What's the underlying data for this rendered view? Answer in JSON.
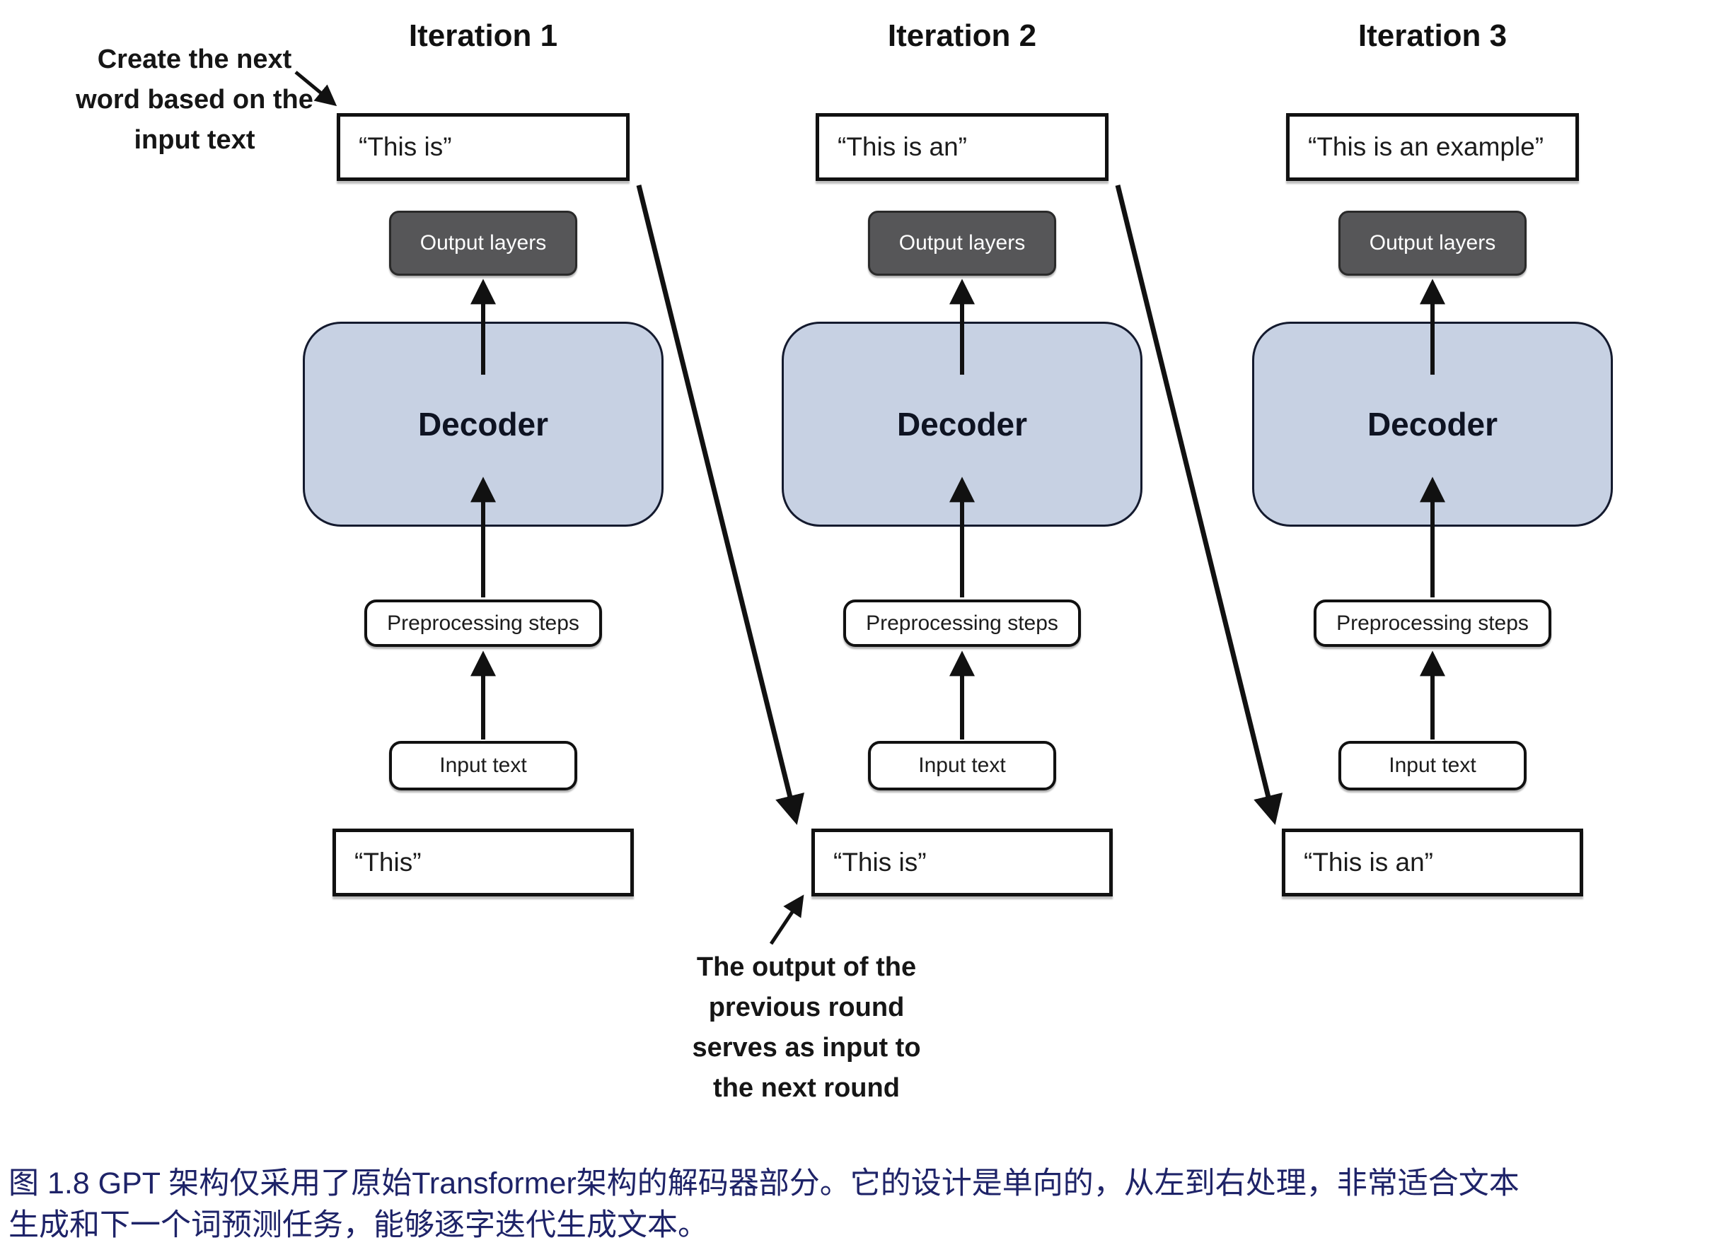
{
  "figure": {
    "iterations": [
      {
        "title": "Iteration 1",
        "output_text": "“This is”",
        "output_layers_label": "Output layers",
        "decoder_label": "Decoder",
        "preprocessing_label": "Preprocessing steps",
        "input_box_label": "Input text",
        "input_text": "“This”"
      },
      {
        "title": "Iteration 2",
        "output_text": "“This is an”",
        "output_layers_label": "Output layers",
        "decoder_label": "Decoder",
        "preprocessing_label": "Preprocessing steps",
        "input_box_label": "Input text",
        "input_text": "“This is”"
      },
      {
        "title": "Iteration 3",
        "output_text": "“This is an example”",
        "output_layers_label": "Output layers",
        "decoder_label": "Decoder",
        "preprocessing_label": "Preprocessing steps",
        "input_box_label": "Input text",
        "input_text": "“This is an”"
      }
    ],
    "annotation_top_left": {
      "line1": "Create the next",
      "line2": "word based on the",
      "line3": "input text"
    },
    "annotation_bottom": {
      "line1": "The output of the",
      "line2": "previous round",
      "line3": "serves as input to",
      "line4": "the next round"
    },
    "caption": {
      "line1": "图 1.8  GPT 架构仅采用了原始Transformer架构的解码器部分。它的设计是单向的，从左到右处理，非常适合文本",
      "line2": "生成和下一个词预测任务，能够逐字迭代生成文本。"
    }
  },
  "colors": {
    "decoder_fill": "#c7d1e3",
    "output_layers_fill": "#565658",
    "caption_color": "#1e2368",
    "arrow_color": "#111111"
  }
}
